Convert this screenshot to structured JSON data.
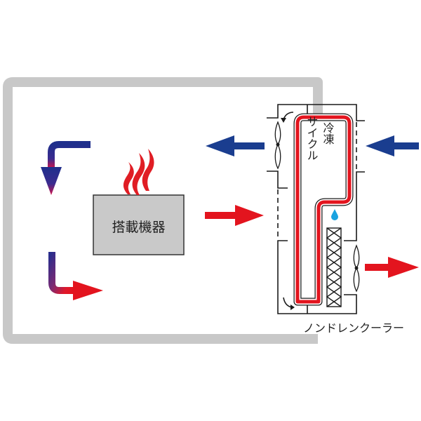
{
  "diagram": {
    "type": "airflow-schematic",
    "enclosure": {
      "name": "enclosure",
      "color": "#c8c8c8"
    },
    "equipment": {
      "label": "搭載機器",
      "box_fill": "#c9c9c9",
      "heat_icon": "heat-wave-icon",
      "heat_color": "#e01d24"
    },
    "cooler": {
      "caption": "ノンドレンクーラー",
      "cycle_label_line1": "冷凍",
      "cycle_label_line2": "サイクル",
      "parts": [
        "left-fan",
        "right-fan",
        "heat-exchanger",
        "refrigerant-loop",
        "water-drop"
      ]
    },
    "colors": {
      "cold": "#1a3d8f",
      "hot": "#e3141e",
      "water": "#1aa3e0",
      "line": "#1a1a1a"
    },
    "airflow": [
      {
        "name": "cold-return-arrow",
        "direction": "left-then-down",
        "temperature": "cold-to-warm"
      },
      {
        "name": "warm-supply-arrow",
        "direction": "down-then-right",
        "temperature": "cold-to-hot"
      },
      {
        "name": "cold-outlet-arrow",
        "direction": "left",
        "temperature": "cold"
      },
      {
        "name": "hot-intake-arrow",
        "direction": "right",
        "temperature": "hot"
      },
      {
        "name": "ambient-intake-arrow",
        "direction": "left",
        "temperature": "cold"
      },
      {
        "name": "exhaust-arrow",
        "direction": "right",
        "temperature": "hot"
      }
    ]
  }
}
